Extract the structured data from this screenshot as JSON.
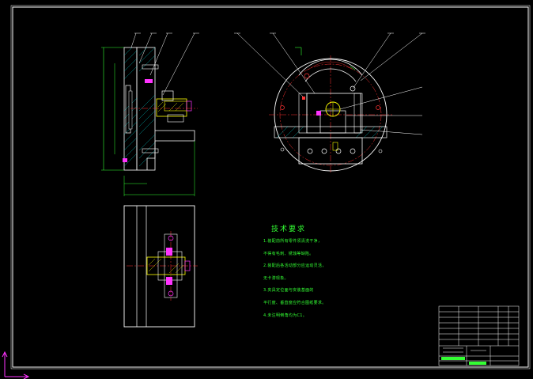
{
  "drawing": {
    "colors": {
      "background": "#000000",
      "outline": "#ffffff",
      "centerline": "#ff3333",
      "dimension": "#33ff33",
      "hatch": "#00bfbf",
      "part_yellow": "#ffff00",
      "part_magenta": "#ff33ff"
    },
    "tech_notes": {
      "title": "技术要求",
      "lines": [
        "1.装配前所有零件须清洗干净，",
        "不得有毛刺、锈蚀等缺陷。",
        "2.装配后各活动部分应运动灵活，",
        "无卡滞现象。",
        "3.夹具定位面与安装基面的",
        "平行度、垂直度应符合图纸要求。",
        "4.未注明倒角均为C1。"
      ]
    },
    "origin_icon": "ucs-axis-icon"
  }
}
